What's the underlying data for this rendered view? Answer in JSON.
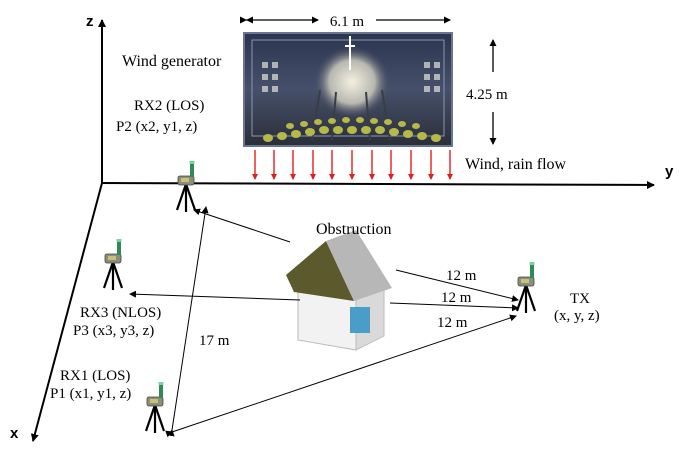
{
  "axes": {
    "z": "z",
    "y": "y",
    "x": "x"
  },
  "wind_generator": {
    "label": "Wind generator",
    "width_label": "6.1 m",
    "height_label": "4.25 m",
    "flow_label": "Wind, rain flow"
  },
  "rx2": {
    "name": "RX2 (LOS)",
    "pos": "P2 (x2, y1, z)"
  },
  "rx3": {
    "name": "RX3 (NLOS)",
    "pos": "P3 (x3, y3, z)"
  },
  "rx1": {
    "name": "RX1 (LOS)",
    "pos": "P1 (x1, y1, z)"
  },
  "tx": {
    "name": "TX",
    "pos": "(x, y, z)"
  },
  "obstruction": {
    "label": "Obstruction"
  },
  "distances": {
    "rx2_tx": "12 m",
    "rx3_tx": "12 m",
    "rx1_tx": "12 m",
    "rx1_rx2": "17 m"
  },
  "colors": {
    "arrow_red": "#e02020",
    "roof": "#5c5a2c",
    "window": "#4a9cc9",
    "wall": "#f0f0f0",
    "antenna": "#2e8b57"
  }
}
